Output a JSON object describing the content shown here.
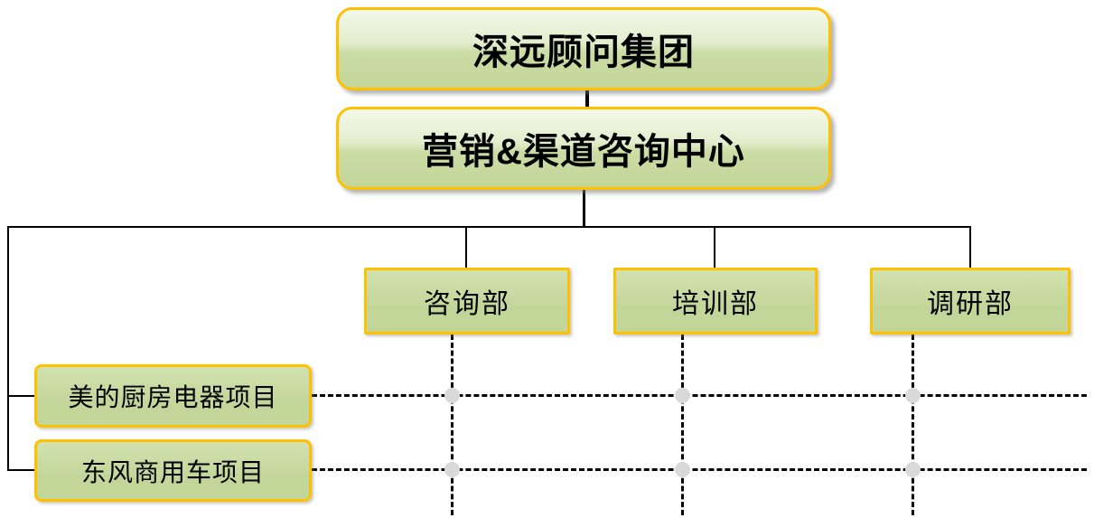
{
  "org": {
    "root": {
      "label": "深远顾问集团"
    },
    "center": {
      "label": "营销&渠道咨询中心"
    },
    "departments": [
      {
        "label": "咨询部"
      },
      {
        "label": "培训部"
      },
      {
        "label": "调研部"
      }
    ],
    "projects": [
      {
        "label": "美的厨房电器项目"
      },
      {
        "label": "东风商用车项目"
      }
    ]
  },
  "colors": {
    "box_fill": "#c3d69a",
    "box_border": "#ffc000",
    "connector": "#000000",
    "junction_dot": "#d9d9d9"
  }
}
